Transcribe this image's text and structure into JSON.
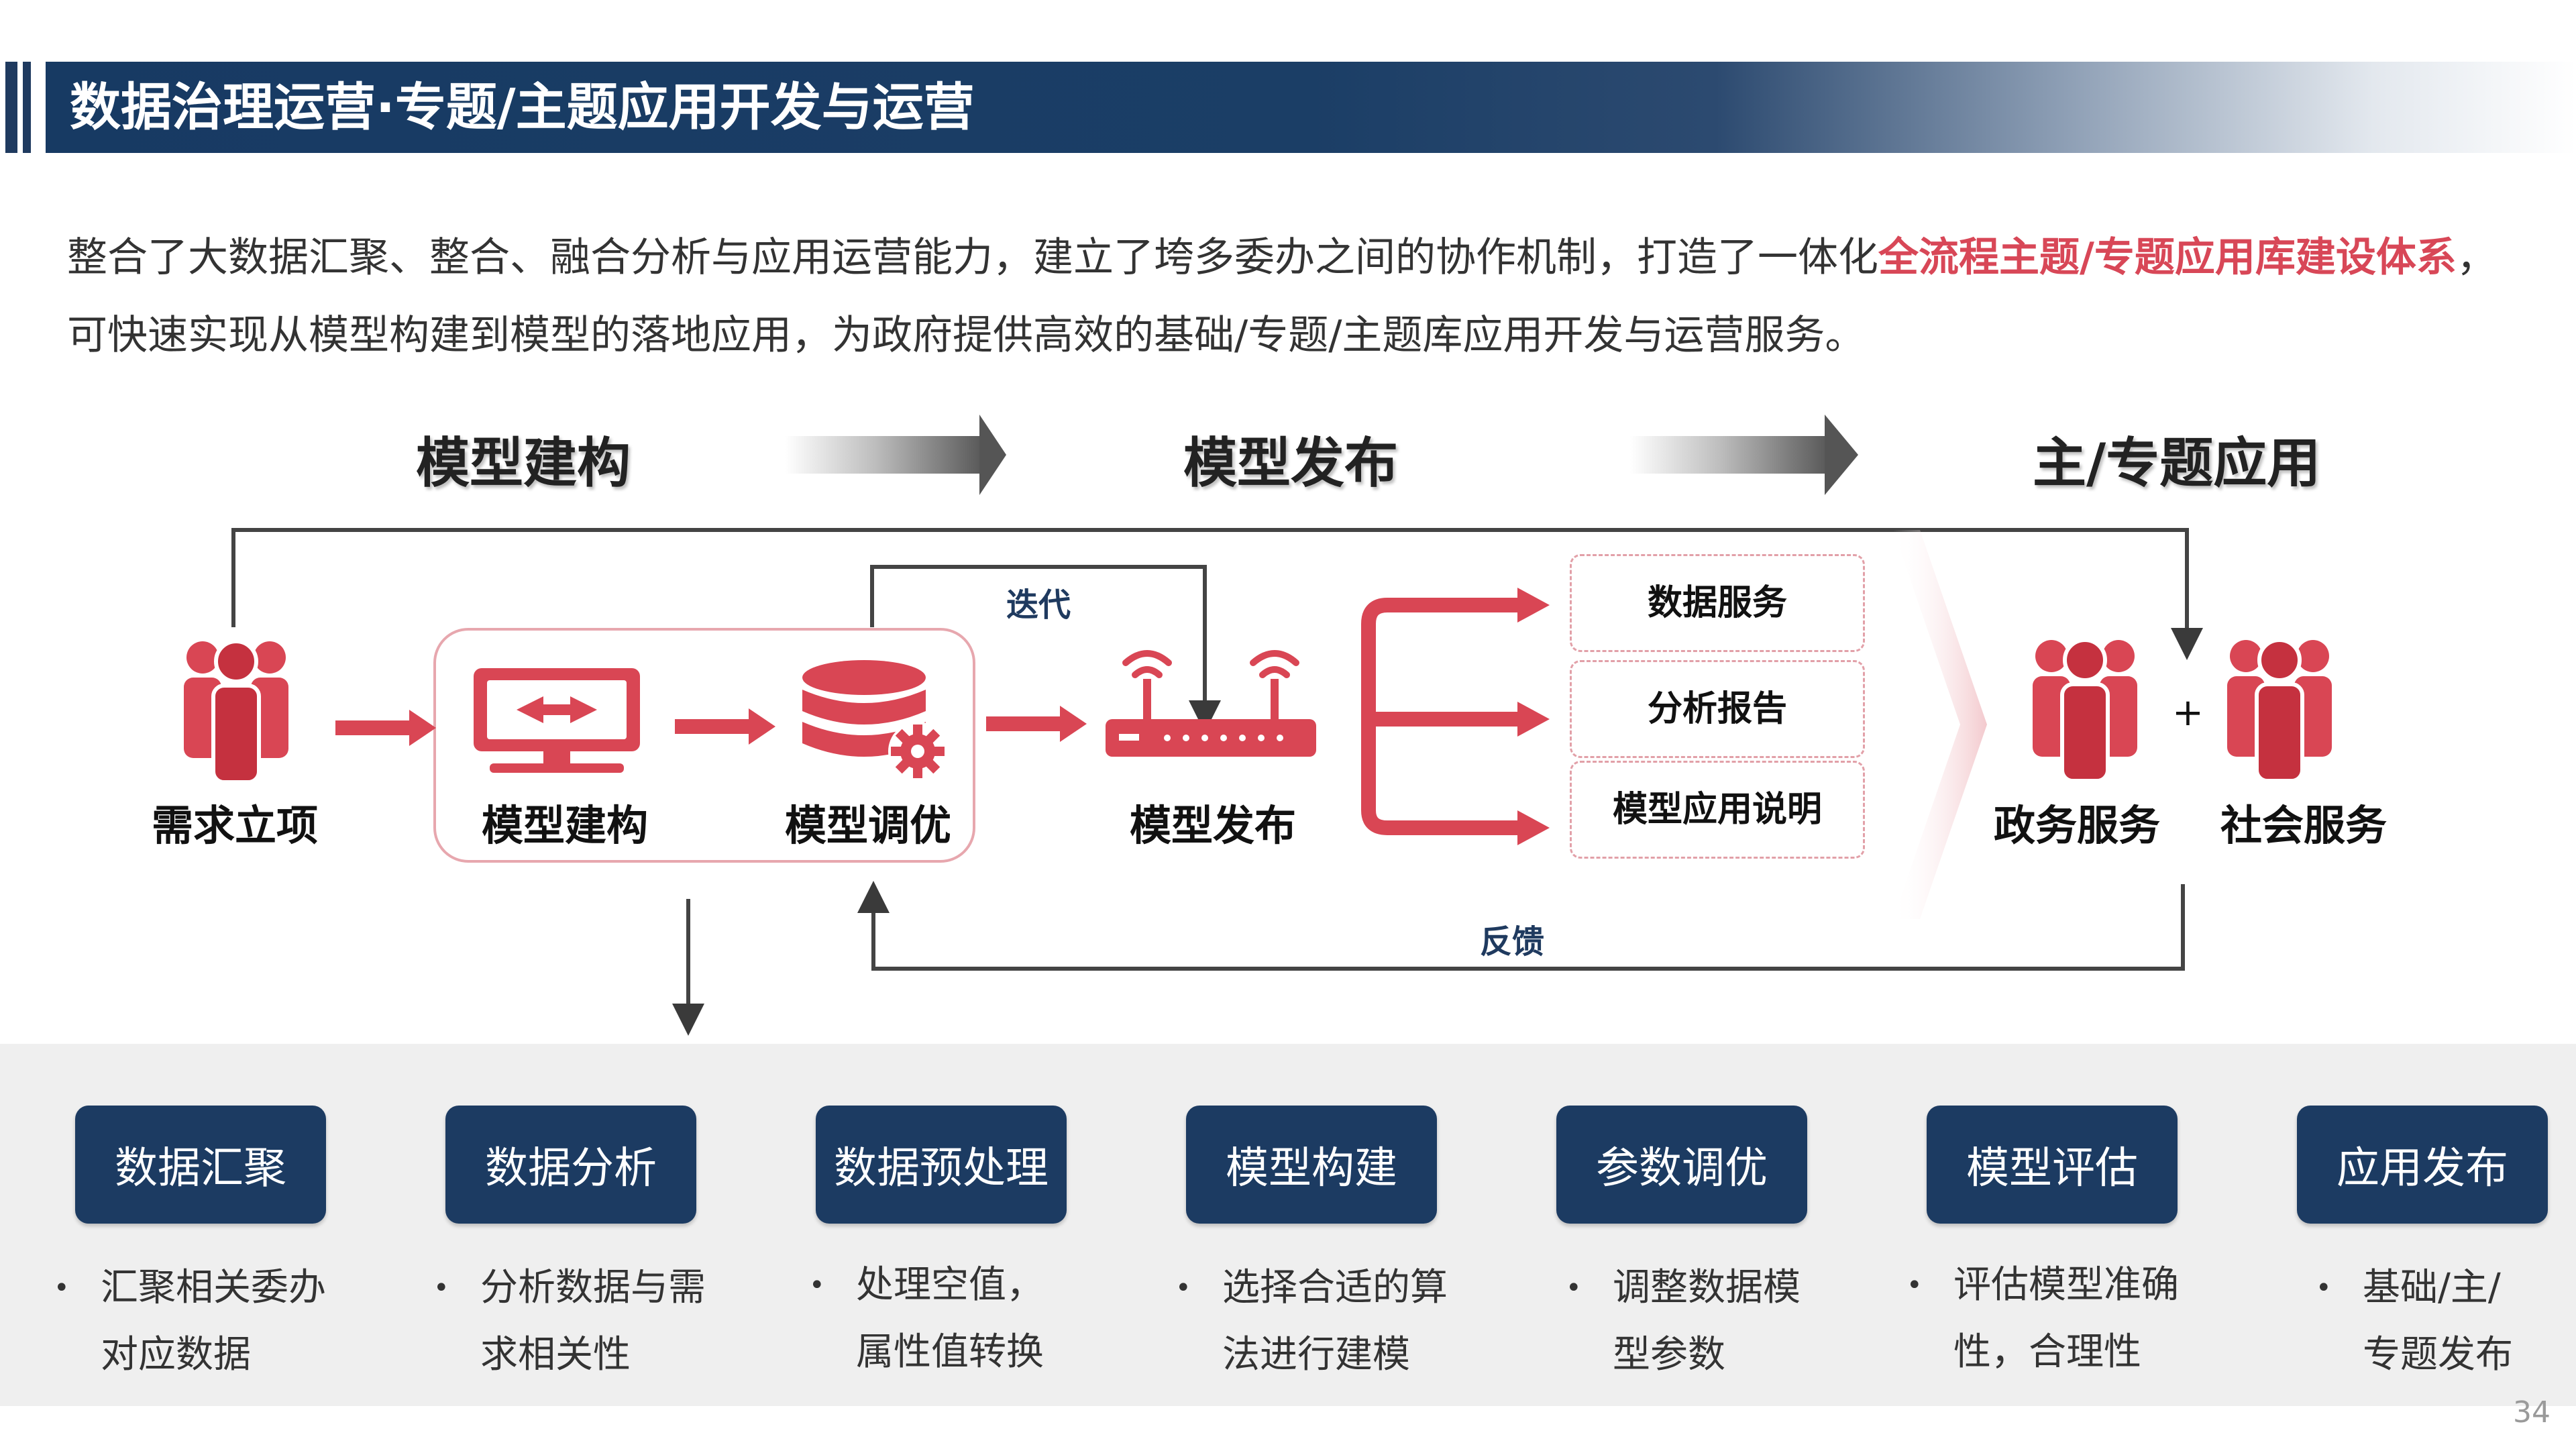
{
  "header": {
    "title": "数据治理运营·专题/主题应用开发与运营"
  },
  "intro": {
    "part1": "整合了大数据汇聚、整合、融合分析与应用运营能力，建立了垮多委办之间的协作机制，打造了一体化",
    "highlight1": "全流程主题/专题应用库",
    "highlight2": "建设体系",
    "part2": "， 可快速实现从模型构建到模型的落地应用，为政府提供高效的基础/专题/主题库应用开发与运营服务。"
  },
  "stages": {
    "s1": "模型建构",
    "s2": "模型发布",
    "s3": "主/专题应用"
  },
  "flow": {
    "demand": "需求立项",
    "build": "模型建构",
    "tune": "模型调优",
    "publish": "模型发布",
    "iterate": "迭代",
    "feedback": "反馈",
    "outputs": [
      "数据服务",
      "分析报告",
      "模型应用说明"
    ],
    "gov": "政务服务",
    "plus": "+",
    "social": "社会服务"
  },
  "steps": [
    {
      "label": "数据汇聚",
      "desc": [
        "汇聚相关委办",
        "对应数据"
      ]
    },
    {
      "label": "数据分析",
      "desc": [
        "分析数据与需",
        "求相关性"
      ]
    },
    {
      "label": "数据预处理",
      "desc": [
        "处理空值，",
        "属性值转换"
      ]
    },
    {
      "label": "模型构建",
      "desc": [
        "选择合适的算",
        "法进行建模"
      ]
    },
    {
      "label": "参数调优",
      "desc": [
        "调整数据模",
        "型参数"
      ]
    },
    {
      "label": "模型评估",
      "desc": [
        "评估模型准确",
        "性，合理性"
      ]
    },
    {
      "label": "应用发布",
      "desc": [
        "基础/主/",
        "专题发布"
      ]
    }
  ],
  "page": {
    "number": "34"
  },
  "colors": {
    "navy": "#1c3b62",
    "accent_red": "#d84757",
    "icon_red": "#d94654"
  },
  "icons": [
    "people-icon",
    "monitor-icon",
    "database-gear-icon",
    "router-icon",
    "arrow-icon"
  ]
}
